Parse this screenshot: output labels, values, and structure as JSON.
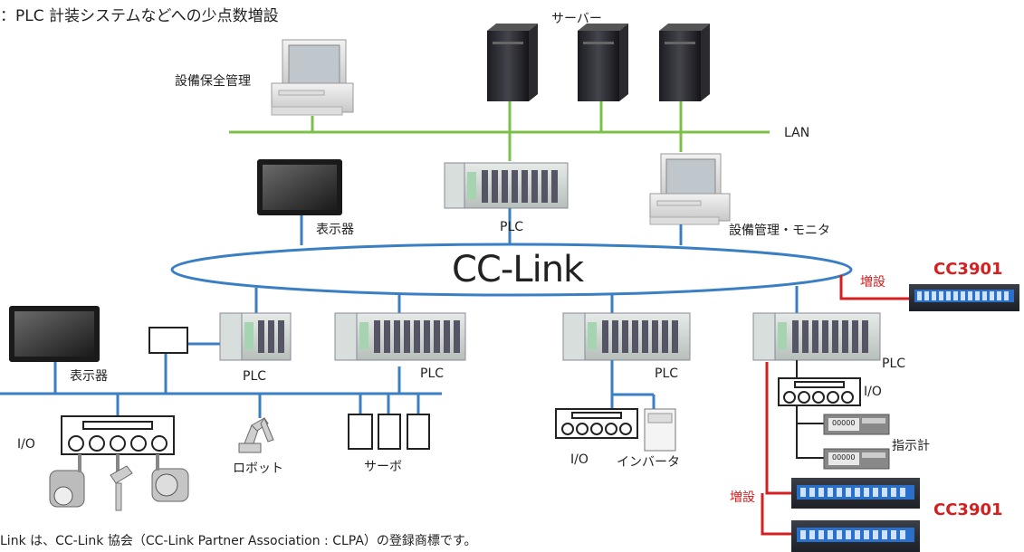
{
  "title": "：PLC 計装システムなどへの少点数増設",
  "network_label": "CC-Link",
  "lan_label": "LAN",
  "labels": {
    "server": "サーバー",
    "maintenance": "設備保全管理",
    "display_top": "表示器",
    "plc_top": "PLC",
    "monitor": "設備管理・モニタ",
    "display_left": "表示器",
    "plc_1": "PLC",
    "plc_2": "PLC",
    "plc_3": "PLC",
    "plc_4": "PLC",
    "io_left": "I/O",
    "robot": "ロボット",
    "servo": "サーボ",
    "io_mid": "I/O",
    "inverter": "インバータ",
    "io_right": "I/O",
    "indicator": "指示計",
    "add_top": "増設",
    "add_bottom": "増設",
    "product_top": "CC3901",
    "product_bottom": "CC3901",
    "meter_value": "00000"
  },
  "footnote": "Link は、CC-Link 協会（CC-Link Partner Association : CLPA）の登録商標です。",
  "colors": {
    "lan": "#7cc04a",
    "cclink": "#3a7fc4",
    "addition": "#d42020",
    "product": "#2a6fc9"
  }
}
